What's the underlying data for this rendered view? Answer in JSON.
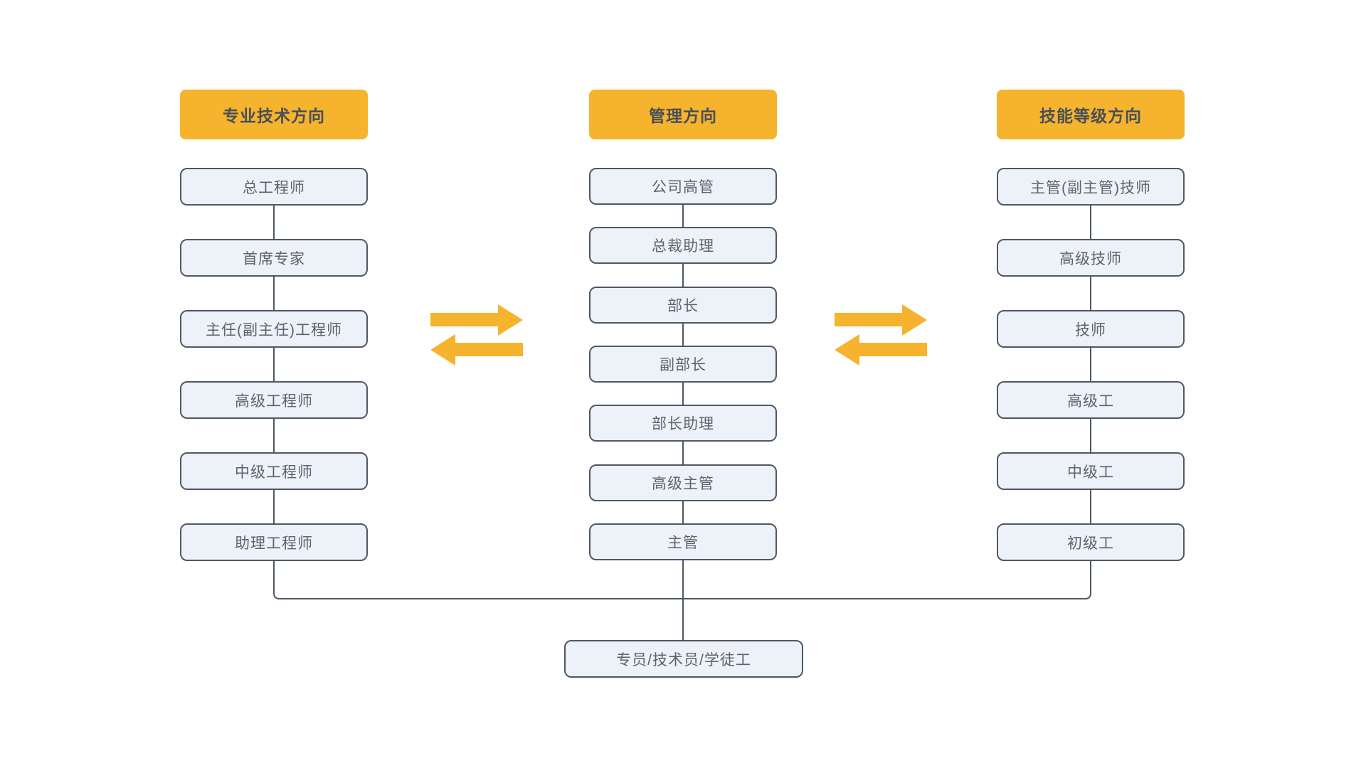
{
  "diagram": {
    "columns": [
      {
        "header": "专业技术方向",
        "items": [
          "总工程师",
          "首席专家",
          "主任(副主任)工程师",
          "高级工程师",
          "中级工程师",
          "助理工程师"
        ]
      },
      {
        "header": "管理方向",
        "items": [
          "公司高管",
          "总裁助理",
          "部长",
          "副部长",
          "部长助理",
          "高级主管",
          "主管"
        ]
      },
      {
        "header": "技能等级方向",
        "items": [
          "主管(副主管)技师",
          "高级技师",
          "技师",
          "高级工",
          "中级工",
          "初级工"
        ]
      }
    ],
    "bottom_box": "专员/技术员/学徒工",
    "colors": {
      "header_bg": "#F5B32E",
      "header_text": "#474F58",
      "box_bg": "#EDF1F8",
      "box_border": "#4E5866",
      "text": "#5A646E",
      "line": "#4E5866",
      "arrow": "#F5B32E"
    }
  }
}
